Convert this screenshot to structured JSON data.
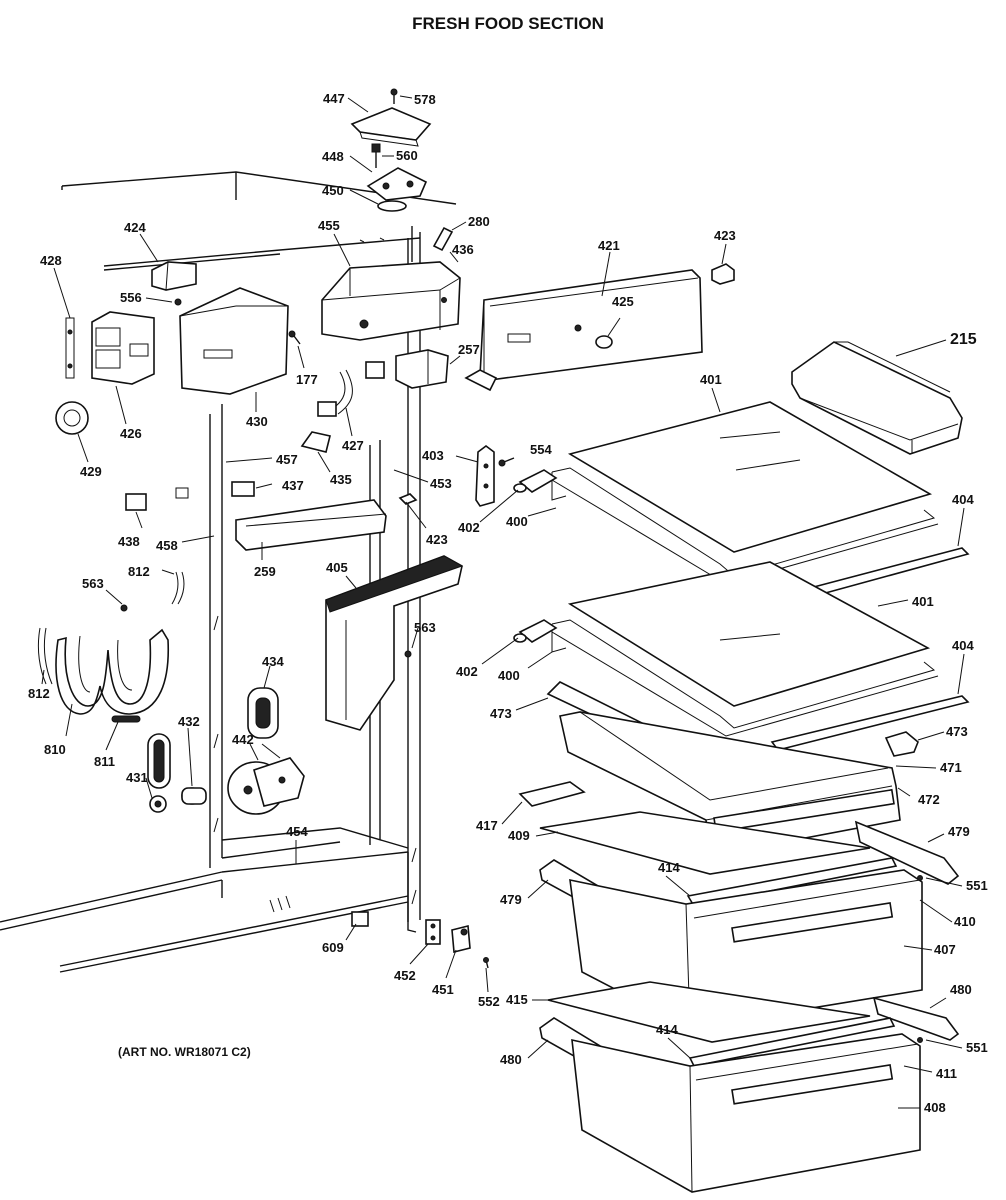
{
  "title": "FRESH FOOD SECTION",
  "art_number": "(ART NO. WR18071 C2)",
  "part_labels": {
    "p447": "447",
    "p578": "578",
    "p448": "448",
    "p560": "560",
    "p450": "450",
    "p280": "280",
    "p424": "424",
    "p455": "455",
    "p436": "436",
    "p421": "421",
    "p423a": "423",
    "p428": "428",
    "p556": "556",
    "p426": "426",
    "p430": "430",
    "p177": "177",
    "p257": "257",
    "p215": "215",
    "p425": "425",
    "p401a": "401",
    "p429": "429",
    "p427": "427",
    "p457": "457",
    "p403": "403",
    "p554": "554",
    "p437": "437",
    "p435": "435",
    "p453": "453",
    "p404a": "404",
    "p438": "438",
    "p458": "458",
    "p259": "259",
    "p423b": "423",
    "p402a": "402",
    "p400a": "400",
    "p812a": "812",
    "p563a": "563",
    "p405": "405",
    "p401b": "401",
    "p563b": "563",
    "p812b": "812",
    "p434": "434",
    "p402b": "402",
    "p400b": "400",
    "p404b": "404",
    "p810": "810",
    "p811": "811",
    "p432": "432",
    "p442": "442",
    "p473a": "473",
    "p473b": "473",
    "p431": "431",
    "p471": "471",
    "p472": "472",
    "p417": "417",
    "p479a": "479",
    "p409": "409",
    "p454": "454",
    "p414a": "414",
    "p551a": "551",
    "p479b": "479",
    "p410": "410",
    "p609": "609",
    "p407": "407",
    "p452": "452",
    "p451": "451",
    "p552": "552",
    "p415": "415",
    "p480a": "480",
    "p414b": "414",
    "p551b": "551",
    "p480b": "480",
    "p411": "411",
    "p408": "408"
  }
}
